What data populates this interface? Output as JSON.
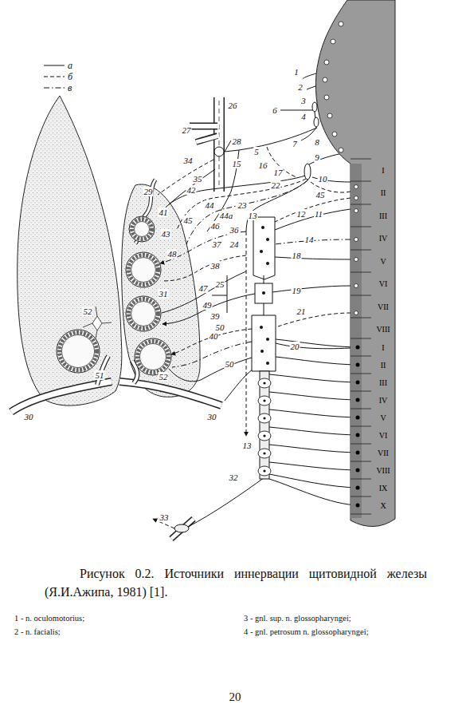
{
  "diagram": {
    "caption": "Рисунок 0.2. Источники иннервации щитовидной железы (Я.И.Ажипа, 1981) [1].",
    "labels": [
      "1",
      "2",
      "3",
      "4",
      "5",
      "6",
      "7",
      "8",
      "9",
      "10",
      "11",
      "12",
      "13",
      "13",
      "14",
      "15",
      "16",
      "17",
      "18",
      "19",
      "20",
      "21",
      "22",
      "23",
      "24",
      "25",
      "26",
      "27",
      "28",
      "29",
      "30",
      "30",
      "31",
      "32",
      "33",
      "34",
      "35",
      "36",
      "37",
      "38",
      "39",
      "40",
      "41",
      "42",
      "43",
      "44",
      "44а",
      "45",
      "45",
      "46",
      "47",
      "48",
      "49",
      "50",
      "50",
      "51",
      "52",
      "52",
      "I",
      "II",
      "III",
      "IV",
      "V",
      "VI",
      "VII",
      "VIII",
      "I",
      "II",
      "III",
      "IV",
      "V",
      "VI",
      "VII",
      "VIII",
      "IX",
      "X",
      "1 - n. oculomotorius;",
      "3 - gnl. sup. n. glossopharyngei;",
      "2 - n. facialis;",
      "4 - gnl. petrosum n. glossopharyngei;",
      "20"
    ],
    "legend": [
      {
        "text": "а"
      },
      {
        "text": "б"
      },
      {
        "text": "в"
      }
    ]
  }
}
